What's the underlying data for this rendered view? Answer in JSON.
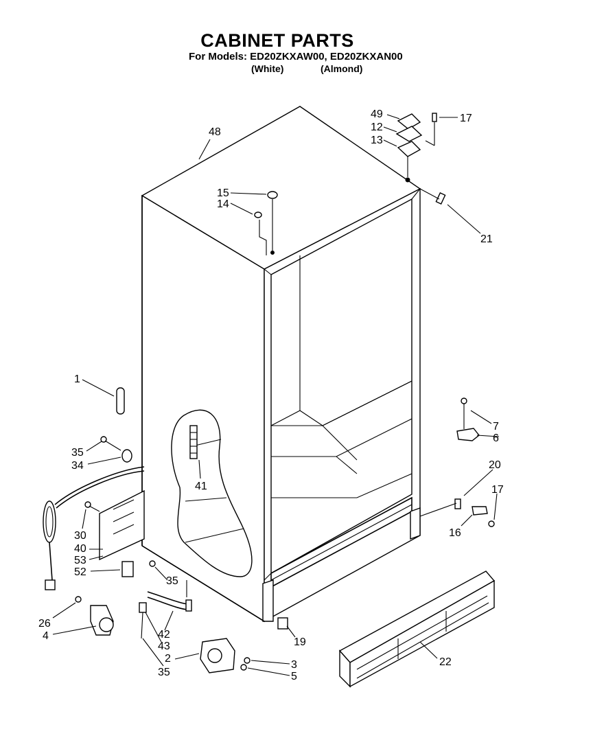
{
  "header": {
    "title": "CABINET PARTS",
    "models_line": "For Models: ED20ZKXAW00, ED20ZKXAN00",
    "color_white": "(White)",
    "color_almond": "(Almond)"
  },
  "callouts": [
    "48",
    "49",
    "12",
    "13",
    "17",
    "15",
    "14",
    "21",
    "1",
    "7",
    "6",
    "35",
    "34",
    "41",
    "20",
    "17",
    "30",
    "40",
    "53",
    "16",
    "52",
    "35",
    "26",
    "4",
    "42",
    "43",
    "2",
    "35",
    "19",
    "3",
    "5",
    "22"
  ]
}
